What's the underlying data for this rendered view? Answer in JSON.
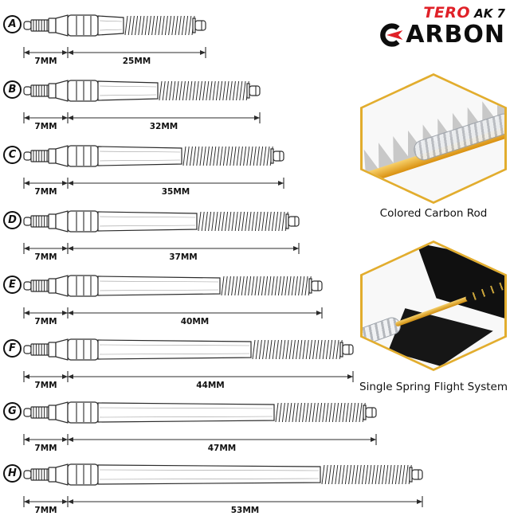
{
  "brand": {
    "tero": "TERO",
    "ak": "AK 7",
    "carbon_rest": "ARBON",
    "carbon_mark": "c-dart-logo"
  },
  "rows": [
    {
      "letter": "A",
      "tip_label": "7MM",
      "length_label": "25MM",
      "length_mm": 25
    },
    {
      "letter": "B",
      "tip_label": "7MM",
      "length_label": "32MM",
      "length_mm": 32
    },
    {
      "letter": "C",
      "tip_label": "7MM",
      "length_label": "35MM",
      "length_mm": 35
    },
    {
      "letter": "D",
      "tip_label": "7MM",
      "length_label": "37MM",
      "length_mm": 37
    },
    {
      "letter": "E",
      "tip_label": "7MM",
      "length_label": "40MM",
      "length_mm": 40
    },
    {
      "letter": "F",
      "tip_label": "7MM",
      "length_label": "44MM",
      "length_mm": 44
    },
    {
      "letter": "G",
      "tip_label": "7MM",
      "length_label": "47MM",
      "length_mm": 47
    },
    {
      "letter": "H",
      "tip_label": "7MM",
      "length_label": "53MM",
      "length_mm": 53
    }
  ],
  "features": [
    {
      "caption": "Colored Carbon Rod"
    },
    {
      "caption": "Single Spring Flight System"
    }
  ],
  "colors": {
    "accent_red": "#e02128",
    "gold": "#e2ad2e",
    "line": "#2b2b2b",
    "text": "#111111"
  }
}
